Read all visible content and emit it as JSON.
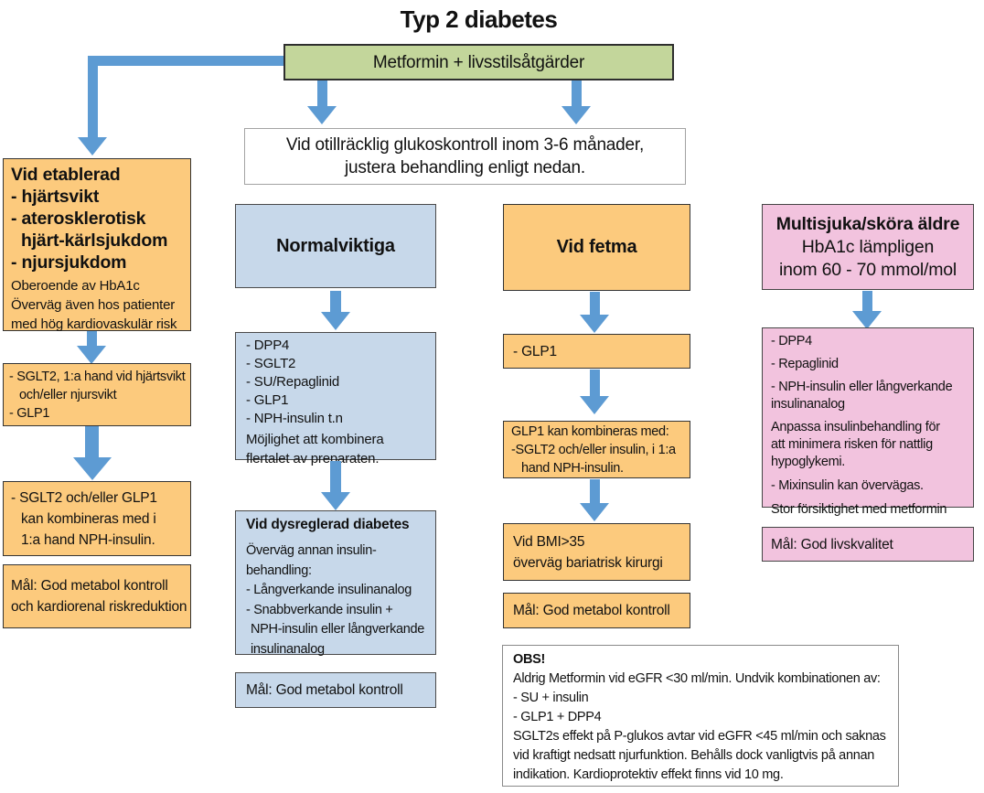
{
  "title": "Typ 2 diabetes",
  "colors": {
    "arrow": "#5d9bd3",
    "green": "#c3d69b",
    "orange": "#fcca7d",
    "blue": "#c7d8ea",
    "pink": "#f2c3de"
  },
  "start_box": {
    "label": "Metformin + livsstilsåtgärder"
  },
  "decision_box": {
    "lines": [
      "Vid otillräcklig glukoskontroll inom 3-6 månader,",
      "justera behandling enligt nedan."
    ]
  },
  "cardiorenal": {
    "header": {
      "bold_lines": [
        "Vid etablerad",
        "- hjärtsvikt",
        "- aterosklerotisk",
        "hjärt-kärlsjukdom",
        "- njursjukdom"
      ],
      "notes": [
        "Oberoende av HbA1c",
        "Överväg även hos patienter",
        "med hög kardiovaskulär risk"
      ]
    },
    "step1": [
      "- SGLT2, 1:a hand vid hjärtsvikt",
      "och/eller njursvikt",
      "- GLP1"
    ],
    "step2": [
      "- SGLT2 och/eller GLP1",
      "kan kombineras med i",
      "1:a hand  NPH-insulin."
    ],
    "goal": [
      "Mål: God metabol kontroll",
      "och kardiorenal riskreduktion"
    ]
  },
  "normal_weight": {
    "header": "Normalviktiga",
    "options": [
      "- DPP4",
      "- SGLT2",
      "- SU/Repaglinid",
      "- GLP1",
      "- NPH-insulin t.n"
    ],
    "options_note": [
      "Möjlighet att kombinera",
      "flertalet av preparaten."
    ],
    "dysregulated_title": "Vid dysreglerad diabetes",
    "dysregulated_lines": [
      "Överväg annan insulin-",
      "behandling:",
      "- Långverkande insulinanalog",
      "- Snabbverkande insulin +",
      "NPH-insulin eller långverkande",
      "insulinanalog"
    ],
    "goal": "Mål: God metabol kontroll"
  },
  "obesity": {
    "header": "Vid fetma",
    "step1": "- GLP1",
    "step2": [
      "GLP1 kan kombineras med:",
      "-SGLT2 och/eller insulin, i 1:a",
      "hand NPH-insulin."
    ],
    "step3": [
      "Vid BMI>35",
      "överväg bariatrisk kirurgi"
    ],
    "goal": "Mål: God metabol kontroll"
  },
  "elderly": {
    "header_bold": "Multisjuka/sköra äldre",
    "header_lines": [
      "HbA1c lämpligen",
      "inom 60 - 70 mmol/mol"
    ],
    "options": {
      "p1": [
        "- DPP4"
      ],
      "p2": [
        "- Repaglinid"
      ],
      "p3": [
        "- NPH-insulin eller långverkande",
        "insulinanalog"
      ],
      "p4": [
        "Anpassa insulinbehandling för",
        "att minimera risken för nattlig",
        "hypoglykemi."
      ],
      "p5": [
        "- Mixinsulin kan övervägas."
      ],
      "p6": [
        "Stor försiktighet med metformin"
      ]
    },
    "goal": "Mål: God livskvalitet"
  },
  "obs_note": {
    "title": "OBS!",
    "lines": [
      "Aldrig Metformin vid eGFR <30 ml/min. Undvik kombinationen av:",
      "- SU + insulin",
      "- GLP1 + DPP4",
      "SGLT2s effekt på P-glukos avtar vid eGFR <45 ml/min och saknas",
      "vid kraftigt nedsatt njurfunktion. Behålls dock vanligtvis på annan",
      "indikation. Kardioprotektiv effekt finns vid 10 mg."
    ]
  }
}
